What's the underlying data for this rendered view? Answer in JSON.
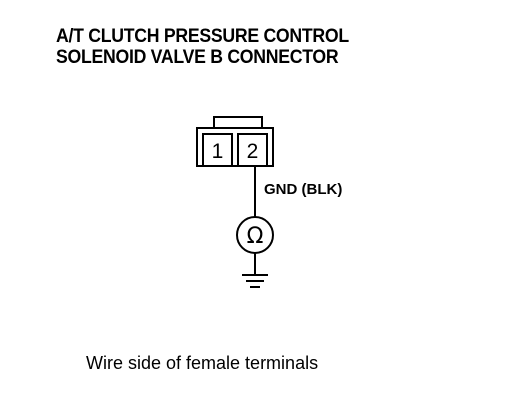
{
  "title": {
    "line1": "A/T CLUTCH PRESSURE CONTROL",
    "line2": "SOLENOID VALVE B CONNECTOR"
  },
  "connector": {
    "terminals": [
      "1",
      "2"
    ]
  },
  "wire": {
    "label": "GND (BLK)"
  },
  "meter": {
    "symbol": "Ω",
    "icon": "ohmmeter-icon"
  },
  "ground": {
    "icon": "ground-icon"
  },
  "caption": "Wire side of female terminals"
}
